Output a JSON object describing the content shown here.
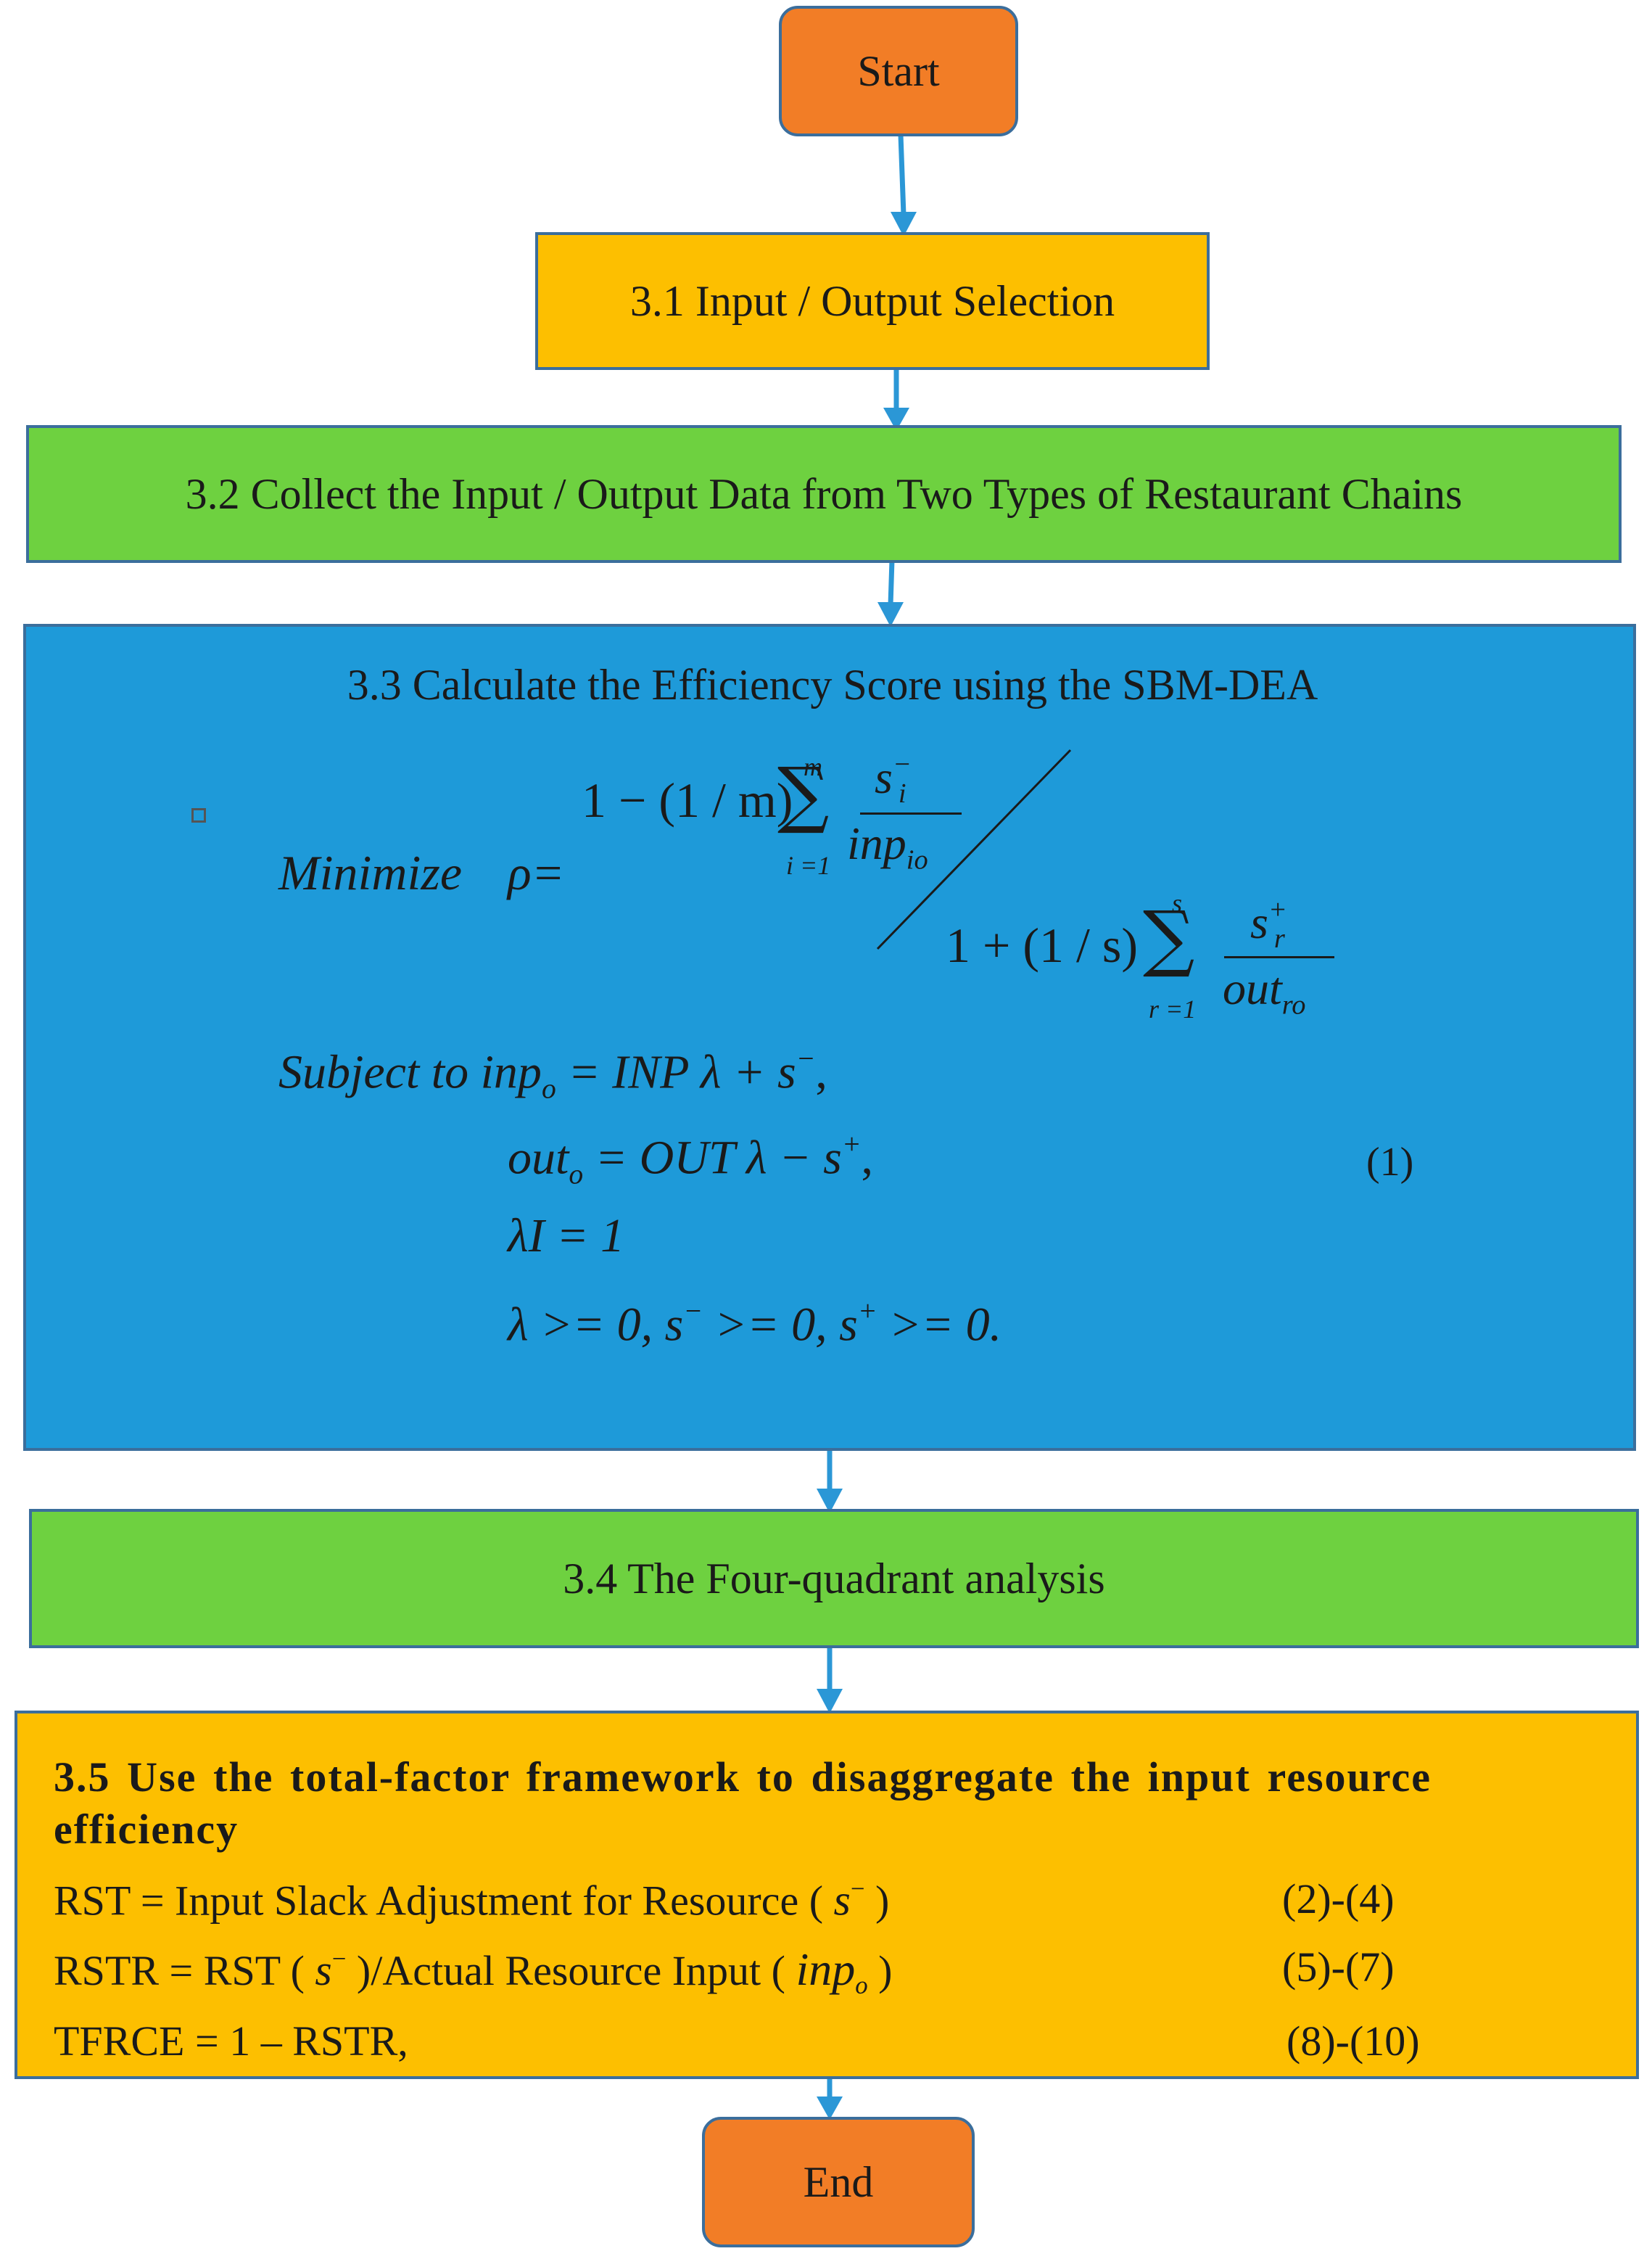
{
  "flow": {
    "start": "Start",
    "step_3_1": "3.1 Input / Output Selection",
    "step_3_2": "3.2 Collect the Input / Output Data from Two Types of Restaurant Chains",
    "step_3_3": {
      "title": "3.3 Calculate the Efficiency Score using the SBM-DEA",
      "minimize": "Minimize",
      "rho_eq": "ρ=",
      "numerator": {
        "lead": "1 − (1 / m)",
        "sum_upper": "m",
        "sum_lower": "i =1",
        "frac_top": "s",
        "frac_top_sup": "−",
        "frac_top_sub": "i",
        "frac_bottom": "inp",
        "frac_bottom_sub": "io"
      },
      "denominator": {
        "lead": "1 + (1 / s)",
        "sum_upper": "s",
        "sum_lower": "r =1",
        "frac_top": "s",
        "frac_top_sup": "+",
        "frac_top_sub": "r",
        "frac_bottom": "out",
        "frac_bottom_sub": "ro"
      },
      "subject_to": "Subject to inp",
      "c1_sub": "o",
      "c1_rest": " = INP λ + s",
      "c1_sup": "−",
      "c1_end": ",",
      "c2": "out",
      "c2_sub": "o",
      "c2_rest": " = OUT λ − s",
      "c2_sup": "+",
      "c2_end": ",",
      "c3": "λI = 1",
      "c4_a": "λ >= 0,  s",
      "c4_a_sup": "−",
      "c4_b": " >= 0,  s",
      "c4_b_sup": "+",
      "c4_c": " >= 0.",
      "eq_number": "(1)"
    },
    "step_3_4": "3.4 The Four-quadrant analysis",
    "step_3_5": {
      "title": "3.5 Use the total-factor framework to disaggregate the input resource efficiency",
      "rows": [
        {
          "pre": "RST = Input Slack Adjustment for Resource ( ",
          "sym": "s",
          "sym_sup": "−",
          "sym_sub": "",
          "post": " )",
          "ref": "(2)-(4)"
        },
        {
          "pre": "RSTR = RST ( ",
          "sym": "s",
          "sym_sup": "−",
          "sym_sub": "",
          "post": " )/Actual Resource Input ( ",
          "sym2": "inp",
          "sym2_sub": "o",
          "post2": "  )",
          "ref": "(5)-(7)"
        },
        {
          "pre": "TFRCE = 1 – RSTR,",
          "ref": "(8)-(10)"
        }
      ]
    },
    "end": "End"
  },
  "colors": {
    "terminal": "#f27d26",
    "yellow": "#fdbf00",
    "green": "#6ed140",
    "blue": "#1e9ad9",
    "arrow": "#2b97d6",
    "border": "#3b6e9c"
  }
}
